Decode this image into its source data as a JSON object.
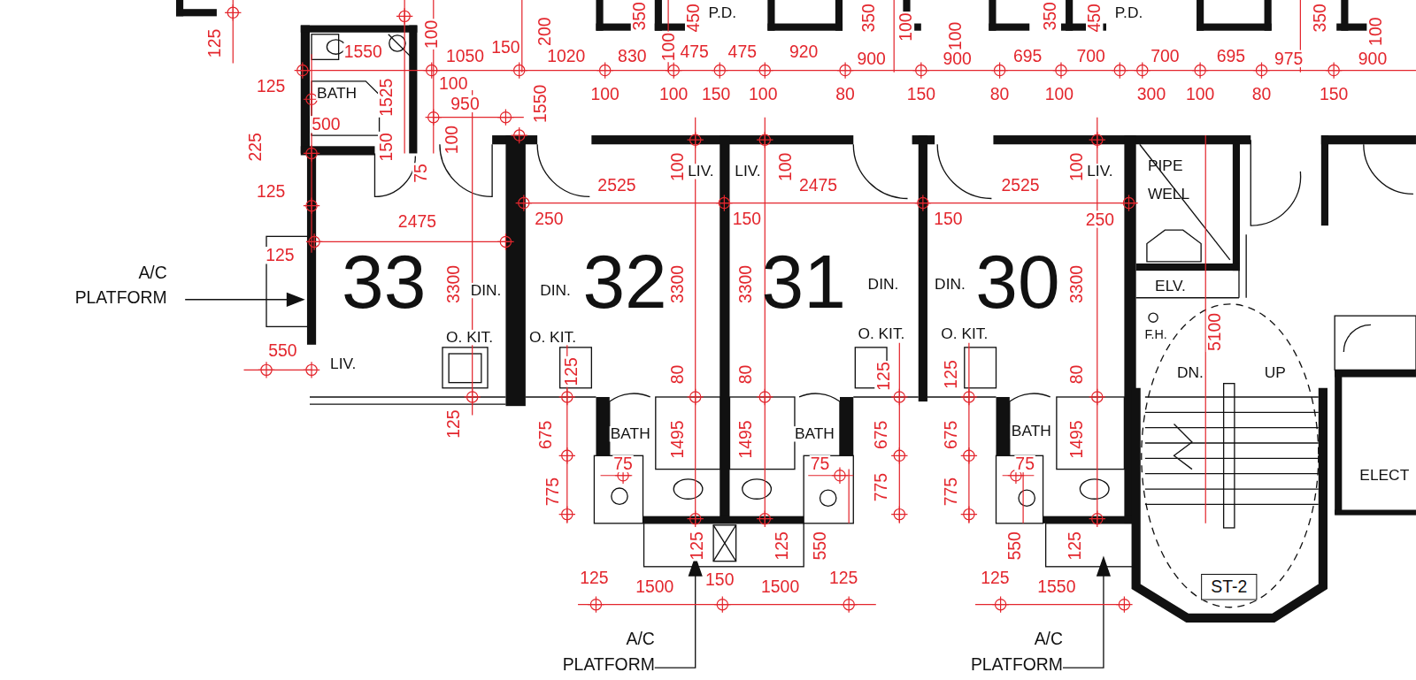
{
  "diagram": {
    "nodes": [
      {
        "text": [
          "ST-2"
        ]
      }
    ],
    "labels": [
      "125",
      "1550",
      "100",
      "1050",
      "150",
      "200",
      "1020",
      "350",
      "100",
      "475",
      "450",
      "P.D.",
      "475",
      "920",
      "350",
      "900",
      "100",
      "100",
      "900",
      "695",
      "350",
      "700",
      "450",
      "P.D.",
      "700",
      "695",
      "350",
      "975",
      "100",
      "900",
      "830",
      "125",
      "100",
      "100",
      "100",
      "150",
      "100",
      "80",
      "150",
      "80",
      "100",
      "300",
      "100",
      "80",
      "150",
      "1525",
      "950",
      "1550",
      "500",
      "BATH",
      "225",
      "150",
      "100",
      "75",
      "125",
      "2525",
      "100",
      "LIV.",
      "LIV.",
      "100",
      "2475",
      "2525",
      "100",
      "LIV.",
      "PIPE WELL",
      "250",
      "150",
      "150",
      "250",
      "2475",
      "125",
      "33",
      "3300",
      "DIN.",
      "DIN.",
      "32",
      "3300",
      "3300",
      "31",
      "DIN.",
      "DIN.",
      "30",
      "3300",
      "ELV.",
      "5100",
      "A/C PLATFORM",
      "550",
      "LIV.",
      "O. KIT.",
      "O. KIT.",
      "O. KIT.",
      "O. KIT.",
      "F.H.",
      "DN.",
      "UP",
      "125",
      "80",
      "80",
      "125",
      "125",
      "80",
      "125",
      "675",
      "675",
      "675",
      "1495",
      "1495",
      "1495",
      "BATH",
      "BATH",
      "BATH",
      "75",
      "75",
      "75",
      "ELECT",
      "775",
      "775",
      "775",
      "125",
      "125",
      "550",
      "550",
      "125",
      "125",
      "1500",
      "150",
      "1500",
      "125",
      "125",
      "1550",
      "A/C PLATFORM",
      "A/C PLATFORM"
    ]
  }
}
